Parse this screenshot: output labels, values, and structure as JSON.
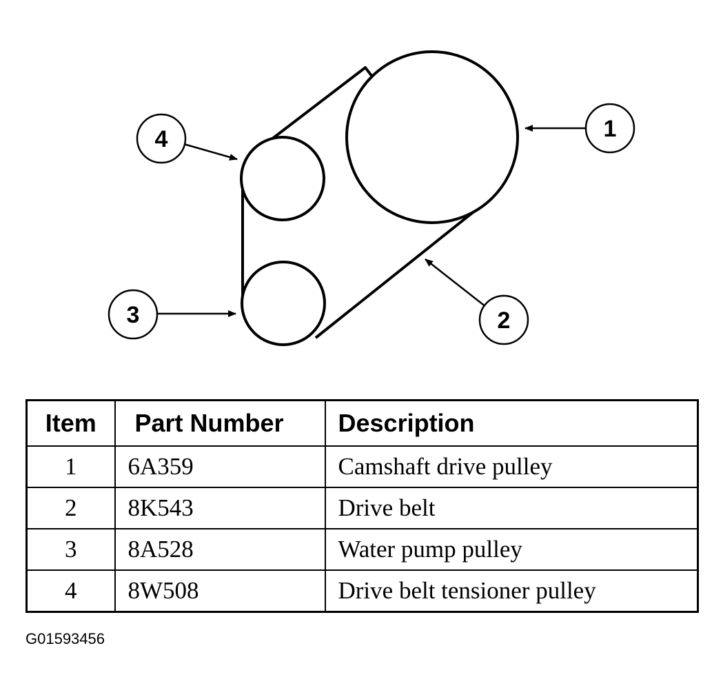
{
  "callouts": [
    "1",
    "2",
    "3",
    "4"
  ],
  "table": {
    "headers": {
      "item": "Item",
      "part_number": "Part Number",
      "description": "Description"
    },
    "rows": [
      {
        "item": "1",
        "part_number": "6A359",
        "description": "Camshaft drive pulley"
      },
      {
        "item": "2",
        "part_number": "8K543",
        "description": "Drive belt"
      },
      {
        "item": "3",
        "part_number": "8A528",
        "description": "Water pump pulley"
      },
      {
        "item": "4",
        "part_number": "8W508",
        "description": "Drive belt tensioner pulley"
      }
    ]
  },
  "figure_id": "G01593456"
}
